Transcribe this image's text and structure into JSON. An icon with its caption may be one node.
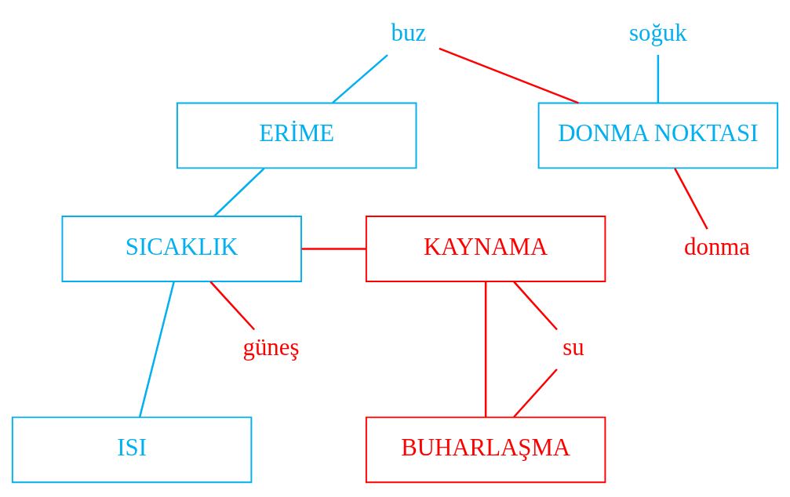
{
  "diagram": {
    "nodes": [
      {
        "text": [
          "ERİME"
        ]
      },
      {
        "text": [
          "DONMA NOKTASI"
        ]
      },
      {
        "text": [
          "SICAKLIK"
        ]
      },
      {
        "text": [
          "ISI"
        ]
      },
      {
        "text": [
          "KAYNAMA"
        ]
      },
      {
        "text": [
          "BUHARLAŞMA"
        ]
      },
      {
        "text": [
          "buz"
        ]
      },
      {
        "text": [
          "soğuk"
        ]
      },
      {
        "text": [
          "donma"
        ]
      },
      {
        "text": [
          "güneş"
        ]
      },
      {
        "text": [
          "su"
        ]
      }
    ],
    "edges": [
      {
        "from": 6,
        "to": 0,
        "arrow": "none",
        "color": "#00b0f0"
      },
      {
        "from": 6,
        "to": 1,
        "arrow": "none",
        "color": "#ff0000"
      },
      {
        "from": 7,
        "to": 1,
        "arrow": "none",
        "color": "#00b0f0"
      },
      {
        "from": 1,
        "to": 8,
        "arrow": "none",
        "color": "#ff0000"
      },
      {
        "from": 0,
        "to": 2,
        "arrow": "none",
        "color": "#00b0f0"
      },
      {
        "from": 2,
        "to": 4,
        "arrow": "none",
        "color": "#ff0000"
      },
      {
        "from": 2,
        "to": 9,
        "arrow": "none",
        "color": "#ff0000"
      },
      {
        "from": 2,
        "to": 3,
        "arrow": "none",
        "color": "#00b0f0"
      },
      {
        "from": 4,
        "to": 10,
        "arrow": "none",
        "color": "#ff0000"
      },
      {
        "from": 10,
        "to": 5,
        "arrow": "none",
        "color": "#ff0000"
      },
      {
        "from": 4,
        "to": 5,
        "arrow": "none",
        "color": "#ff0000"
      }
    ]
  }
}
